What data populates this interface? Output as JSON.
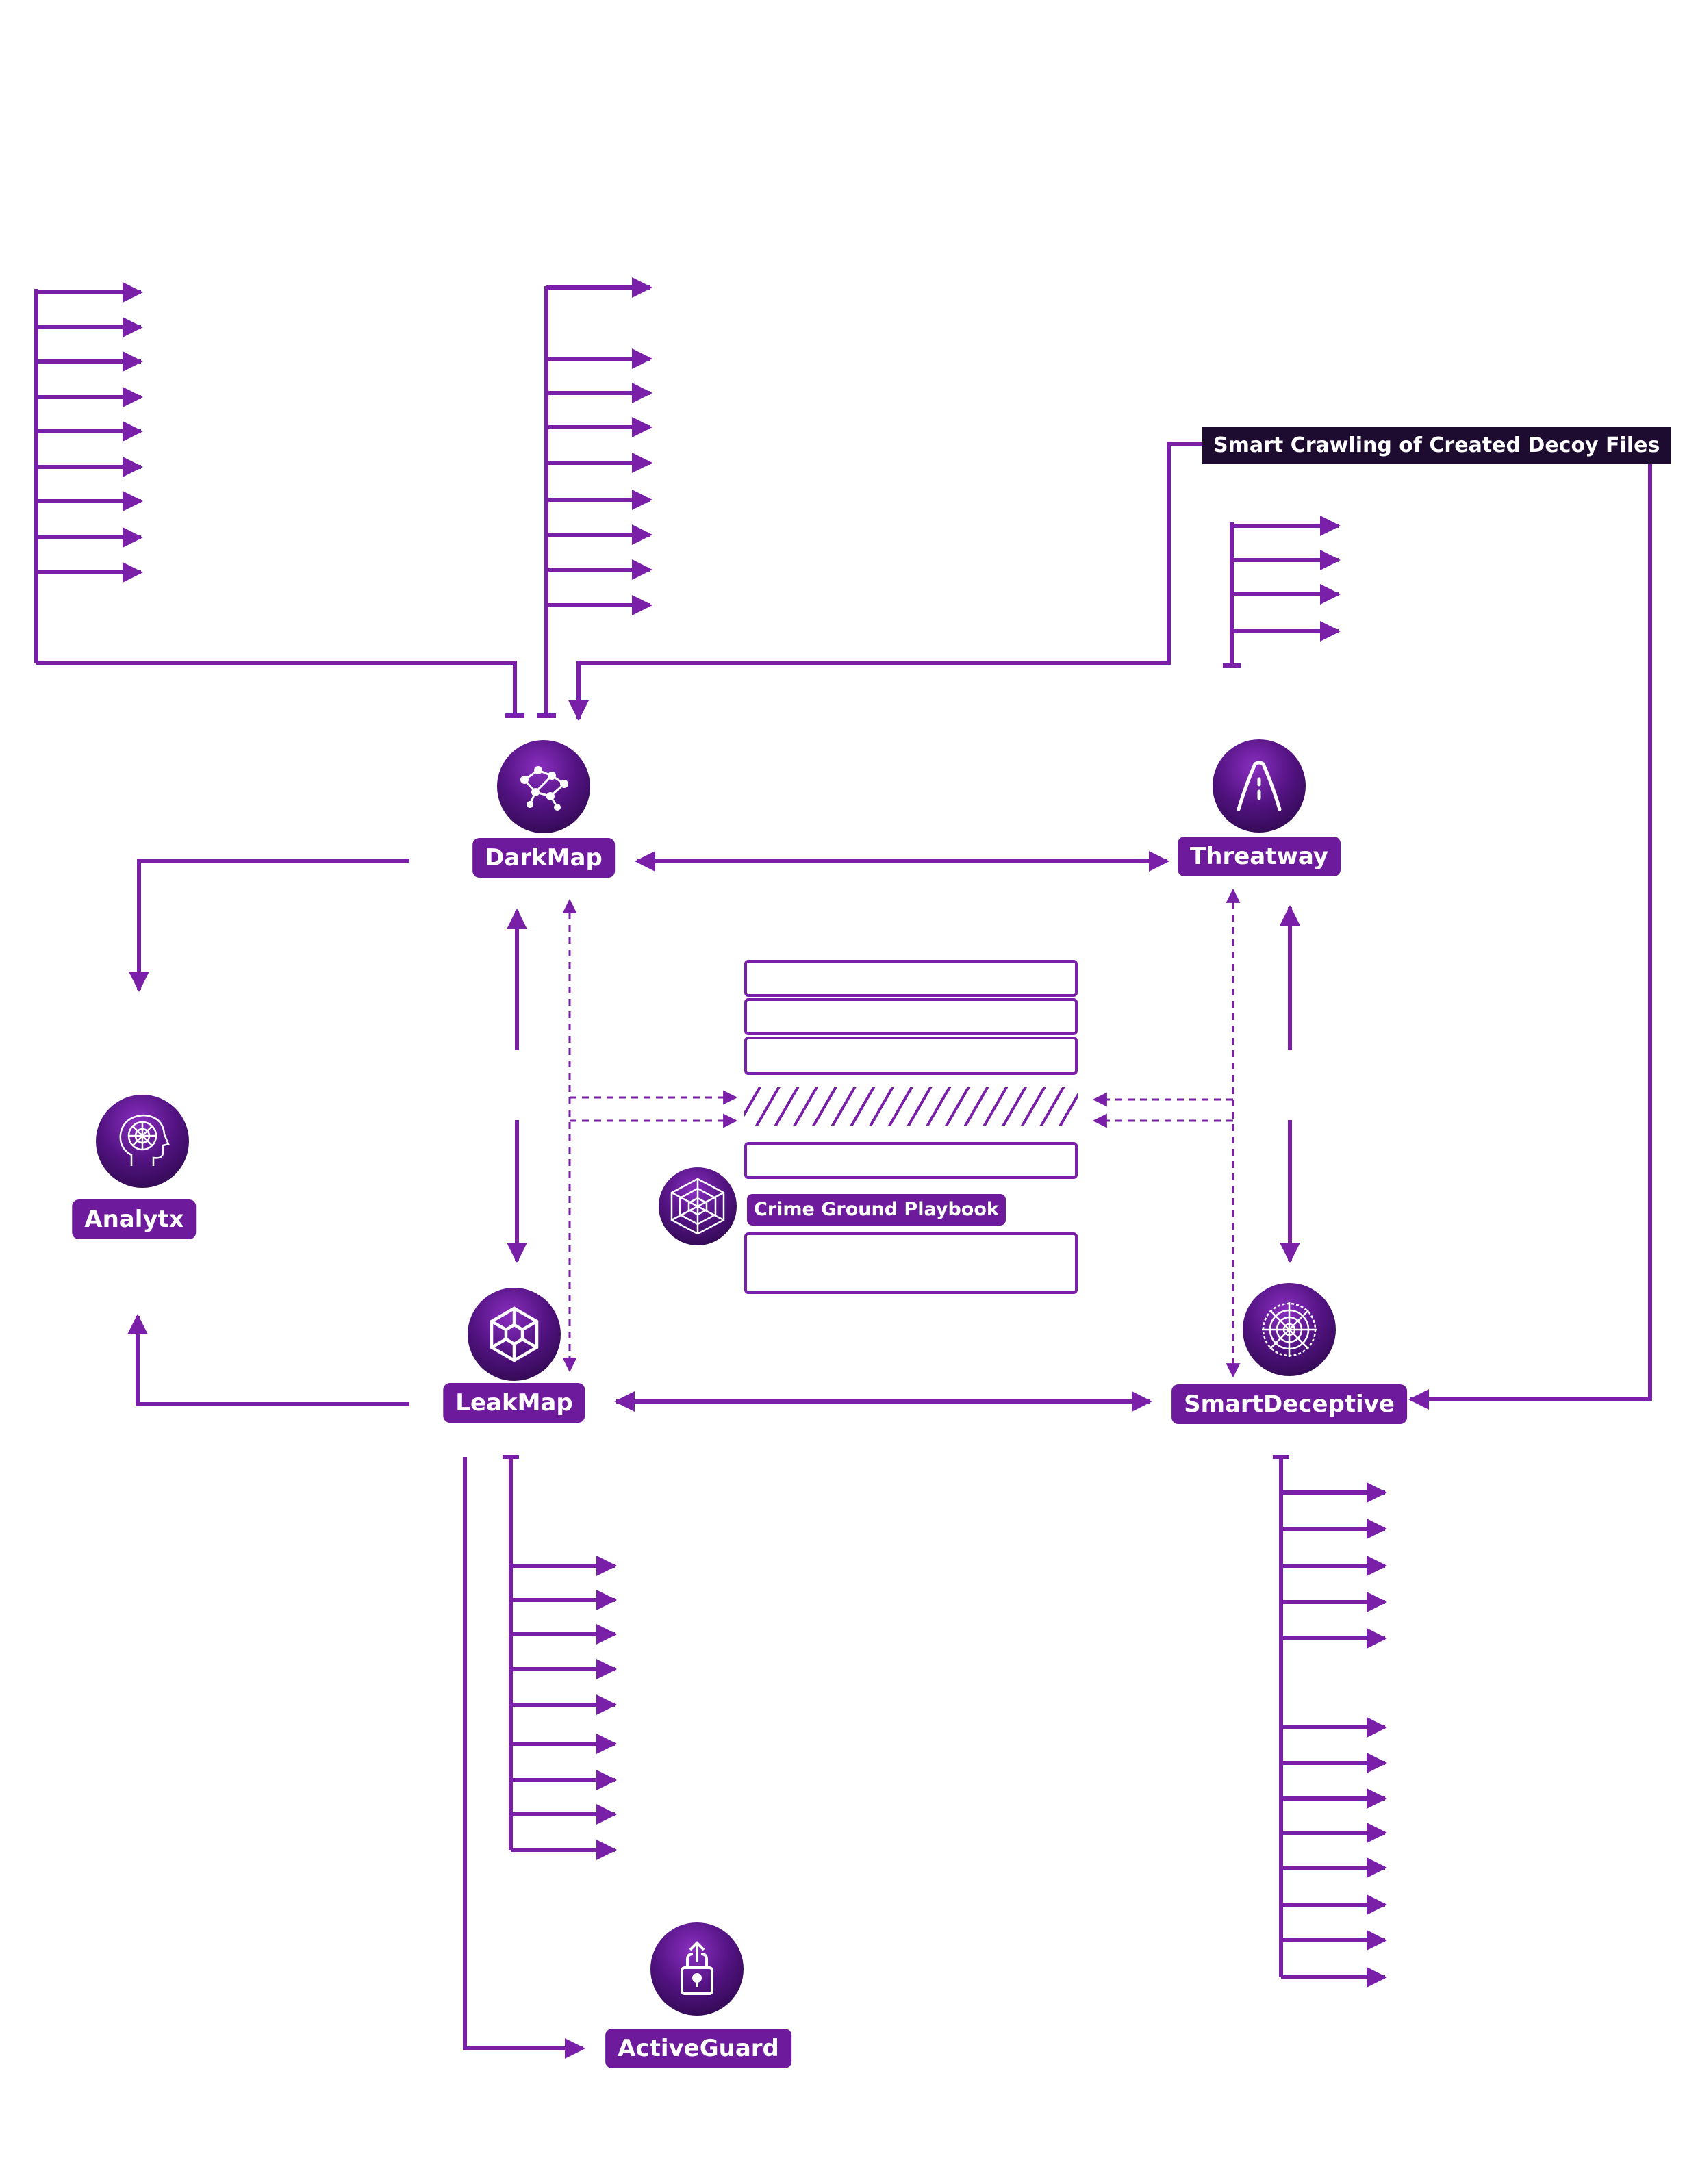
{
  "colors": {
    "accent": "#7a1fa8",
    "node_label_bg": "#6e1a9c",
    "node_icon_dark": "#22053d",
    "callout_bg": "#1d0b30"
  },
  "nodes": {
    "darkmap": {
      "label": "DarkMap",
      "icon": "neural-network-icon"
    },
    "threatway": {
      "label": "Threatway",
      "icon": "road-icon"
    },
    "leakmap": {
      "label": "LeakMap",
      "icon": "hexagon-network-icon"
    },
    "smartdeceptive": {
      "label": "SmartDeceptive",
      "icon": "spider-web-icon"
    },
    "analytx": {
      "label": "Analytx",
      "icon": "brain-circuit-icon"
    },
    "activeguard": {
      "label": "ActiveGuard",
      "icon": "lock-shield-icon"
    }
  },
  "playbook": {
    "label": "Crime Ground Playbook",
    "icon": "web-icon"
  },
  "callouts": {
    "decoy_crawling": "Smart Crawling of Created Decoy Files"
  }
}
